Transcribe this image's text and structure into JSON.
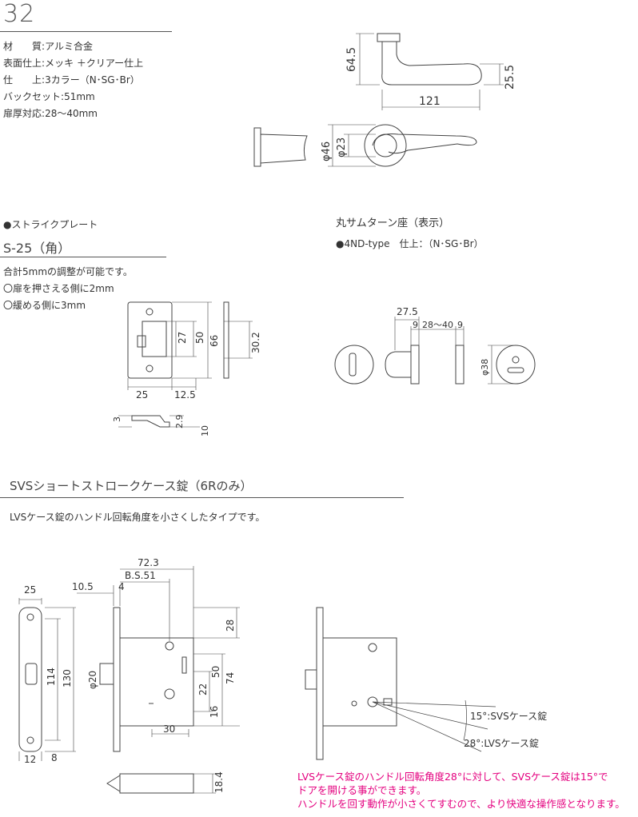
{
  "page": {
    "number": "32"
  },
  "specs": [
    {
      "label": "材　　質",
      "value": "アルミ合金"
    },
    {
      "label": "表面仕上",
      "value": "メッキ ＋クリアー仕上"
    },
    {
      "label": "仕　　上",
      "value": "3カラー（N･SG･Br）"
    },
    {
      "label": "バックセット",
      "value": "51mm"
    },
    {
      "label": "扉厚対応",
      "value": "28〜40mm"
    }
  ],
  "handle_dims": {
    "height": "64.5",
    "depth": "25.5",
    "length": "121",
    "rose_outer": "φ46",
    "rose_inner": "φ23"
  },
  "strike": {
    "section_label": "●ストライクプレート",
    "model": "S-25（角）",
    "notes": [
      "合計5mmの調整が可能です。",
      "〇扉を押さえる側に2mm",
      "〇緩める側に3mm"
    ],
    "dims": {
      "d27": "27",
      "d50": "50",
      "d66": "66",
      "d30_2": "30.2",
      "d25": "25",
      "d12_5": "12.5",
      "d3": "3",
      "d2_9": "2.9",
      "d10": "10"
    }
  },
  "thumbturn": {
    "section_label": "丸サムターン座（表示）",
    "type_line": "●4ND-type　仕上：（N･SG･Br）",
    "dims": {
      "d27_5": "27.5",
      "d9a": "9",
      "d28_40": "28〜40",
      "d9b": "9",
      "d38": "φ38"
    }
  },
  "svs": {
    "title": "SVSショートストロークケース錠（6Rのみ）",
    "description": "LVSケース錠のハンドル回転角度を小さくしたタイプです。",
    "dims": {
      "d25": "25",
      "d10_5": "10.5",
      "d4": "4",
      "d72_3": "72.3",
      "bs": "B.S.51",
      "d28": "28",
      "d114": "114",
      "d130": "130",
      "d20": "φ20",
      "d50": "50",
      "d74": "74",
      "d22": "22",
      "d16": "16",
      "d30": "30",
      "d12": "12",
      "d8": "8",
      "d18_4": "18.4"
    },
    "angle_labels": {
      "svs": "15°:SVSケース錠",
      "lvs": "28°:LVSケース錠"
    },
    "notes": [
      "LVSケース錠のハンドル回転角度28°に対して、SVSケース錠は15°で",
      "ドアを開ける事ができます。",
      "ハンドルを回す動作が小さくてすむので、より快適な操作感となります。"
    ]
  },
  "colors": {
    "note": "#e4007f",
    "line": "#555555"
  }
}
